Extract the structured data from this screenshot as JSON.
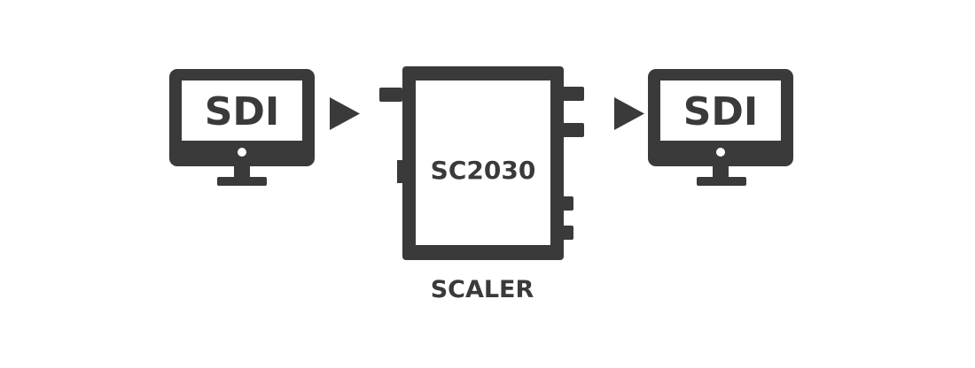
{
  "diagram": {
    "source_monitor": {
      "label": "SDI"
    },
    "device": {
      "model": "SC2030",
      "caption": "SCALER"
    },
    "target_monitor": {
      "label": "SDI"
    },
    "colors": {
      "ink": "#3a3a3a",
      "screen": "#ffffff",
      "background": "#ffffff"
    }
  }
}
